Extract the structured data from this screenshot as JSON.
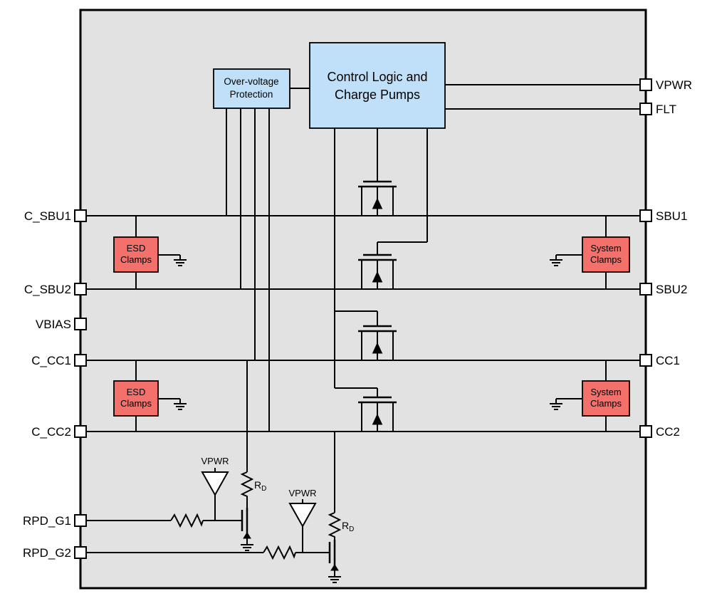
{
  "diagram": {
    "blocks": {
      "ovp": {
        "line1": "Over-voltage",
        "line2": "Protection"
      },
      "control": {
        "line1": "Control Logic and",
        "line2": "Charge Pumps"
      },
      "esd_top": {
        "line1": "ESD",
        "line2": "Clamps"
      },
      "esd_bottom": {
        "line1": "ESD",
        "line2": "Clamps"
      },
      "system_top": {
        "line1": "System",
        "line2": "Clamps"
      },
      "system_bottom": {
        "line1": "System",
        "line2": "Clamps"
      }
    },
    "pins": {
      "left": [
        {
          "label": "C_SBU1"
        },
        {
          "label": "C_SBU2"
        },
        {
          "label": "VBIAS"
        },
        {
          "label": "C_CC1"
        },
        {
          "label": "C_CC2"
        },
        {
          "label": "RPD_G1"
        },
        {
          "label": "RPD_G2"
        }
      ],
      "right": [
        {
          "label": "VPWR"
        },
        {
          "label": "FLT"
        },
        {
          "label": "SBU1"
        },
        {
          "label": "SBU2"
        },
        {
          "label": "CC1"
        },
        {
          "label": "CC2"
        }
      ]
    },
    "labels": {
      "vpwr_buffer1": "VPWR",
      "vpwr_buffer2": "VPWR",
      "rd1_main": "R",
      "rd1_sub": "D",
      "rd2_main": "R",
      "rd2_sub": "D"
    },
    "colors": {
      "chip_fill": "#e2e2e2",
      "logic_fill": "#bfe0f8",
      "clamp_fill": "#f4716b",
      "pin_fill": "#ffffff",
      "line": "#000000"
    }
  }
}
